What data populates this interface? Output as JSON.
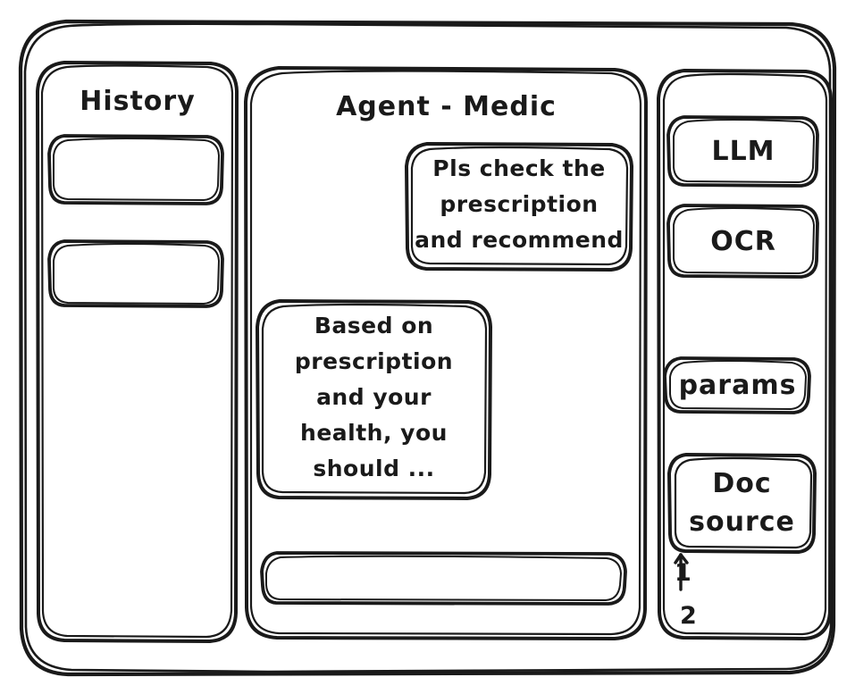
{
  "frame": {
    "name": "app-window",
    "stroke_color": "#1a1a1a",
    "background_color": "#ffffff"
  },
  "sidebar": {
    "title": "History",
    "items": [
      {
        "label": "",
        "name": "history-item-1"
      },
      {
        "label": "",
        "name": "history-item-2"
      }
    ]
  },
  "main": {
    "title": "Agent - Medic",
    "messages": [
      {
        "role": "user",
        "align": "right",
        "lines": [
          "Pls check the",
          "prescription",
          "and recommend"
        ],
        "text": "Pls check the prescription and recommend"
      },
      {
        "role": "assistant",
        "align": "left",
        "lines": [
          "Based on",
          "prescription",
          "and your",
          "health, you",
          "should ..."
        ],
        "text": "Based on prescription and your health, you should ..."
      }
    ],
    "composer": {
      "value": "",
      "placeholder": ""
    }
  },
  "tools": {
    "buttons": [
      {
        "label": "LLM",
        "name": "tool-llm"
      },
      {
        "label": "OCR",
        "name": "tool-ocr"
      },
      {
        "label": "params",
        "name": "tool-params"
      }
    ],
    "doc_source": {
      "lines": [
        "Doc",
        "source"
      ],
      "label": "Doc source"
    },
    "source_list": [
      {
        "label": "1"
      },
      {
        "label": "2"
      }
    ]
  }
}
